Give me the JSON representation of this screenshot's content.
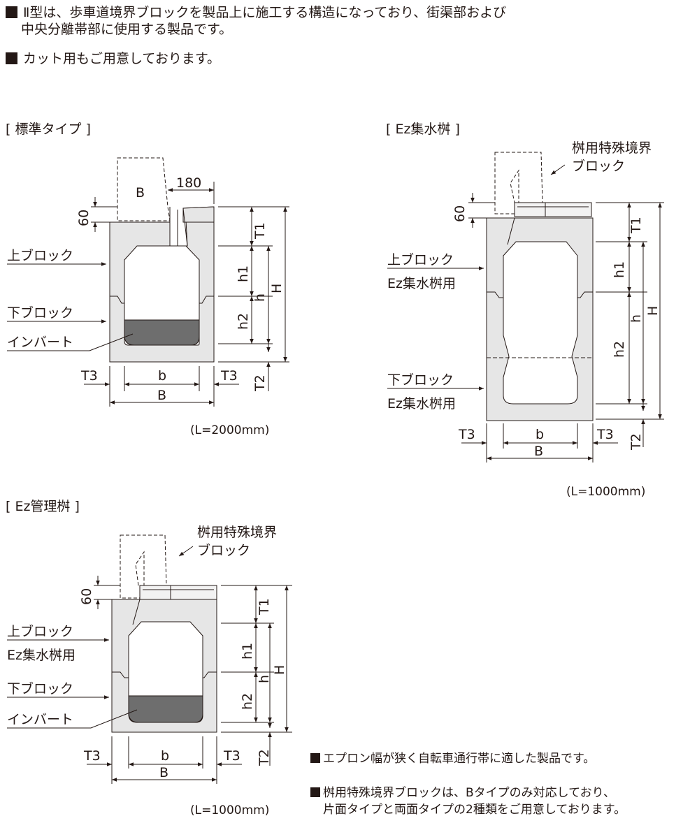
{
  "intro": {
    "line1a": "Ⅱ型は、歩車道境界ブロックを製品上に施工する構造になっており、街渠部および",
    "line1b": "中央分離帯部に使用する製品です。",
    "line2": "カット用もご用意しております。"
  },
  "standard": {
    "title": "[ 標準タイプ ]",
    "length_note": "(L=2000mm)",
    "lbl_B_top": "B",
    "lbl_180": "180",
    "lbl_60": "60",
    "lbl_T1": "T1",
    "lbl_h1": "h1",
    "lbl_h": "h",
    "lbl_H": "H",
    "lbl_h2": "h2",
    "lbl_T2": "T2",
    "lbl_T3_left": "T3",
    "lbl_T3_right": "T3",
    "lbl_b": "b",
    "lbl_B": "B",
    "upper_block": "上ブロック",
    "lower_block": "下ブロック",
    "invert": "インバート"
  },
  "ez_catch": {
    "title": "[ Ez集水桝 ]",
    "length_note": "(L=1000mm)",
    "special_curb_1": "桝用特殊境界",
    "special_curb_2": "ブロック",
    "lbl_60": "60",
    "lbl_T1": "T1",
    "lbl_h1": "h1",
    "lbl_h": "h",
    "lbl_H": "H",
    "lbl_h2": "h2",
    "lbl_T2": "T2",
    "lbl_T3_left": "T3",
    "lbl_T3_right": "T3",
    "lbl_b": "b",
    "lbl_B": "B",
    "upper_block": "上ブロック",
    "upper_sub": "Ez集水桝用",
    "lower_block": "下ブロック",
    "lower_sub": "Ez集水桝用"
  },
  "ez_manage": {
    "title": "[ Ez管理桝 ]",
    "length_note": "(L=1000mm)",
    "special_curb_1": "桝用特殊境界",
    "special_curb_2": "ブロック",
    "lbl_60": "60",
    "lbl_T1": "T1",
    "lbl_h1": "h1",
    "lbl_h": "h",
    "lbl_H": "H",
    "lbl_h2": "h2",
    "lbl_T2": "T2",
    "lbl_T3_left": "T3",
    "lbl_T3_right": "T3",
    "lbl_b": "b",
    "lbl_B": "B",
    "upper_block": "上ブロック",
    "upper_sub": "Ez集水桝用",
    "lower_block": "下ブロック",
    "invert": "インバート"
  },
  "bottom_notes": {
    "note1": "エプロン幅が狭く自転車通行帯に適した製品です。",
    "note2a": "桝用特殊境界ブロックは、Bタイプのみ対応しており、",
    "note2b": "片面タイプと両面タイプの2種類をご用意しております。"
  },
  "colors": {
    "concrete": "#e6e6e6",
    "invert": "#6e6e6e",
    "line": "#231815",
    "curb": "#f2f2f2"
  }
}
